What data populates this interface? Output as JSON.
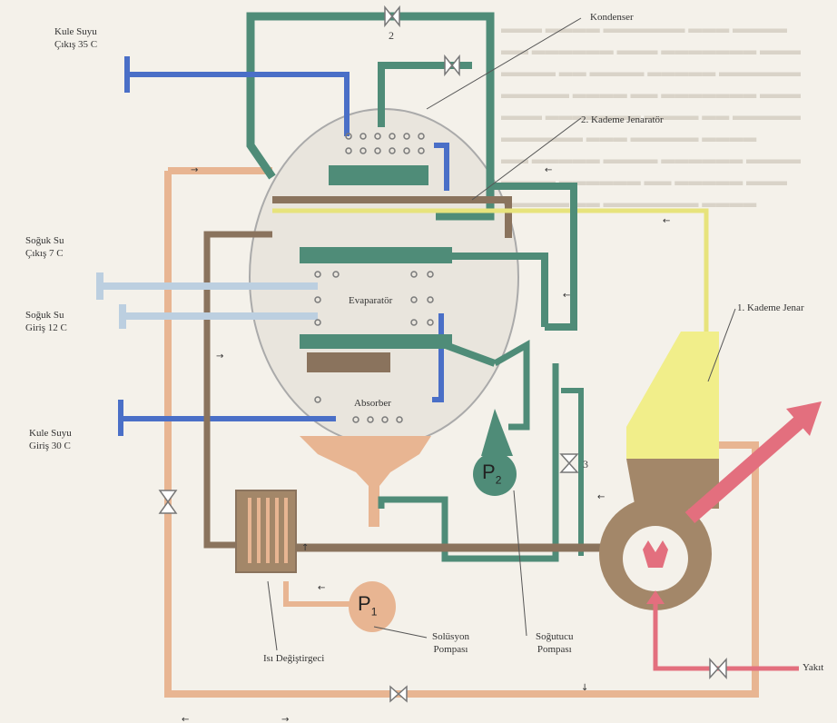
{
  "labels": {
    "kondenser": "Kondenser",
    "kademe2": "2. Kademe Jenaratör",
    "kademe1": "1. Kademe Jenar",
    "evaporator": "Evaparatör",
    "absorber": "Absorber",
    "kule_cikis_1": "Kule Suyu",
    "kule_cikis_2": "Çıkış 35 C",
    "soguk_cikis_1": "Soğuk Su",
    "soguk_cikis_2": "Çıkış 7 C",
    "soguk_giris_1": "Soğuk Su",
    "soguk_giris_2": "Giriş 12 C",
    "kule_giris_1": "Kule Suyu",
    "kule_giris_2": "Giriş 30 C",
    "isi_degistirgeci": "Isı Değiştirgeci",
    "solusyon_1": "Solüsyon",
    "solusyon_2": "Pompası",
    "sogutucu_1": "Soğutucu",
    "sogutucu_2": "Pompası",
    "yakit": "Yakıt"
  },
  "pumps": {
    "p1_main": "P",
    "p1_sub": "1",
    "p2_main": "P",
    "p2_sub": "2"
  },
  "valves": {
    "v2": "2",
    "v3": "3"
  },
  "colors": {
    "condenser_green": "#4f8c78",
    "cooling_blue": "#4a6fc7",
    "chilled_blue": "#bccfe0",
    "brown": "#8a735d",
    "solution_orange": "#e8b592",
    "yellow_line": "#e7e37c",
    "generator_yellow": "#f1ee8a",
    "heater_brown": "#a38769",
    "flue_pink": "#e36f7e",
    "background": "#f4f1ea"
  }
}
